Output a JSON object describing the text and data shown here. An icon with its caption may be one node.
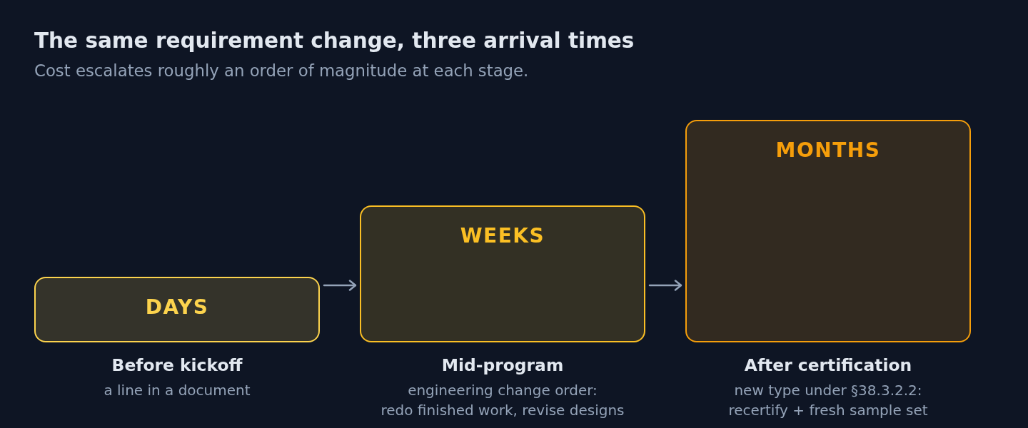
{
  "diagram": {
    "title": "The same requirement change, three arrival times",
    "nodes": [
      {
        "text": [
          "DAYS"
        ],
        "beside": [
          "Before kickoff",
          "a line in a document"
        ]
      },
      {
        "text": [
          "WEEKS"
        ],
        "beside": [
          "Mid-program",
          "engineering change order: redo finished work, revise designs"
        ]
      },
      {
        "text": [
          "MONTHS"
        ],
        "beside": [
          "After certification",
          "new type under §38.3.2.2: recertify + fresh sample set"
        ]
      }
    ],
    "edges": [
      {
        "from": 0,
        "to": 1,
        "arrow": "to"
      },
      {
        "from": 1,
        "to": 2,
        "arrow": "to"
      }
    ],
    "labels": [
      "Cost escalates roughly an order of magnitude at each stage."
    ]
  }
}
